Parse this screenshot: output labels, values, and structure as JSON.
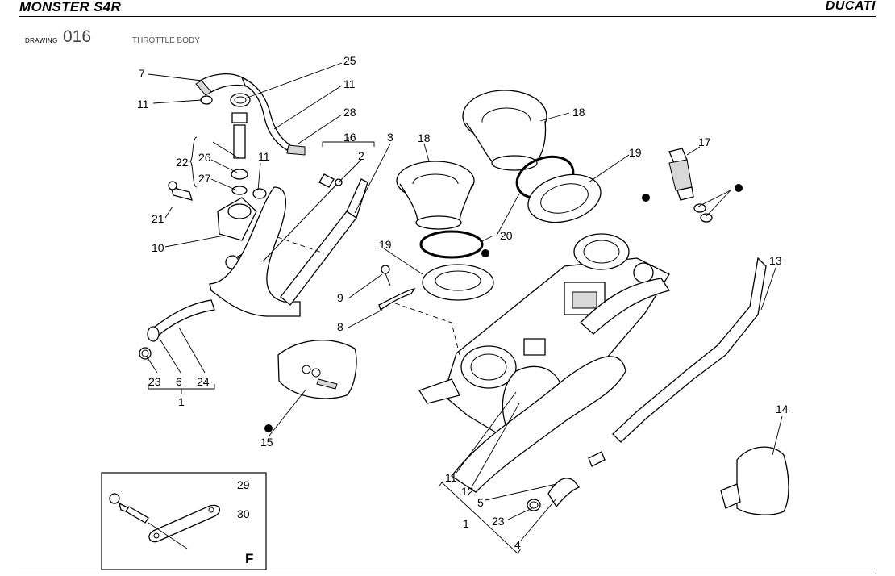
{
  "header": {
    "model_prefix": "MONSTER S",
    "model_suffix": "4R",
    "brand": "DUCATI"
  },
  "drawing": {
    "label": "DRAWING",
    "number": "016",
    "title": "THROTTLE BODY"
  },
  "callouts": {
    "n1a": "1",
    "n1b": "1",
    "n2": "2",
    "n3": "3",
    "n4": "4",
    "n5": "5",
    "n6": "6",
    "n7": "7",
    "n8": "8",
    "n9": "9",
    "n10": "10",
    "n11a": "11",
    "n11b": "11",
    "n11c": "11",
    "n11d": "11",
    "n12": "12",
    "n13": "13",
    "n14": "14",
    "n15": "15",
    "n16": "16",
    "n17": "17",
    "n18a": "18",
    "n18b": "18",
    "n19a": "19",
    "n19b": "19",
    "n20": "20",
    "n21": "21",
    "n22": "22",
    "n23a": "23",
    "n23b": "23",
    "n24": "24",
    "n25": "25",
    "n26": "26",
    "n27": "27",
    "n28": "28",
    "n29": "29",
    "n30": "30"
  },
  "inset": {
    "letter": "F"
  },
  "markers": {
    "bullet_color": "#000000"
  }
}
